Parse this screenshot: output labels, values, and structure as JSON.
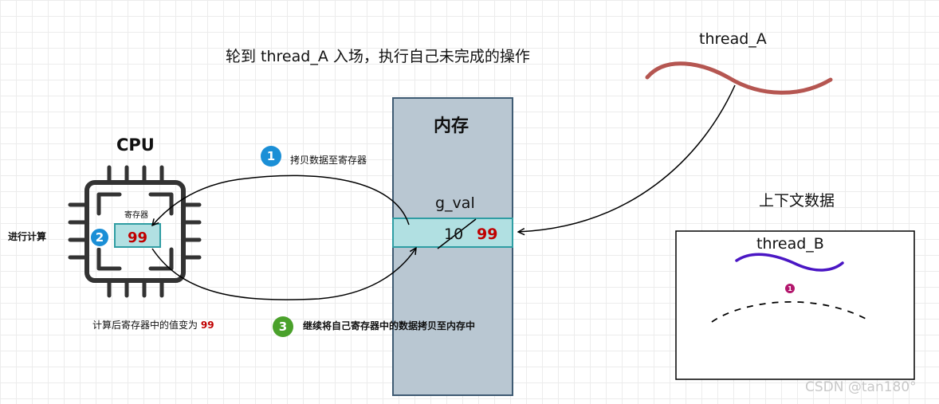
{
  "title": "轮到 thread_A 入场，执行自己未完成的操作",
  "cpu": {
    "label": "CPU",
    "register_label": "寄存器",
    "register_value": "99"
  },
  "memory": {
    "title": "内存",
    "var_name": "g_val",
    "old_value": "10",
    "new_value": "99"
  },
  "side_label": "进行计算",
  "steps": [
    {
      "number": "1",
      "text": "拷贝数据至寄存器"
    },
    {
      "number": "2",
      "text": "计算后寄存器中的值变为",
      "value": "99"
    },
    {
      "number": "3",
      "text": "继续将自己寄存器中的数据拷贝至内存中"
    }
  ],
  "thread_a_label": "thread_A",
  "context": {
    "title": "上下文数据",
    "thread_b_label": "thread_B",
    "marker": "1"
  },
  "watermark": "CSDN @tan180°",
  "colors": {
    "memory_fill": "#b9c7d2",
    "memory_border": "#3f5b73",
    "cell_fill": "#b1e0e2",
    "cell_border": "#2f9da3",
    "highlight_red": "#c00000",
    "badge_blue": "#1b8fd6",
    "badge_green": "#4aa12b",
    "marker_magenta": "#b3176d",
    "thread_a_line": "#b55651",
    "thread_b_line": "#4a16c4"
  },
  "icons": [
    "cpu-chip-icon",
    "arrow-icon"
  ]
}
